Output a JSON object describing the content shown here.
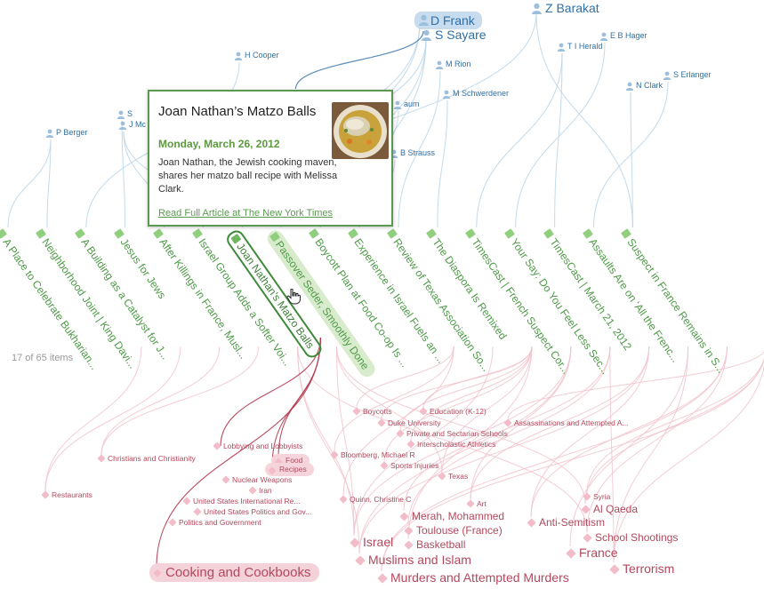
{
  "count_label": "17 of 65 items",
  "authors": [
    {
      "id": "d-frank",
      "label": "D Frank",
      "size": "big",
      "hl": true
    },
    {
      "id": "z-barakat",
      "label": "Z Barakat",
      "size": "big"
    },
    {
      "id": "s-sayare",
      "label": "S Sayare",
      "size": "big"
    },
    {
      "id": "e-b-hager",
      "label": "E B Hager"
    },
    {
      "id": "t-i-herald",
      "label": "T I Herald"
    },
    {
      "id": "h-cooper",
      "label": "H Cooper"
    },
    {
      "id": "m-rion",
      "label": "M Rion"
    },
    {
      "id": "s-erlanger",
      "label": "S Erlanger"
    },
    {
      "id": "n-clark",
      "label": "N Clark"
    },
    {
      "id": "m-schwerdener",
      "label": "M Schwerdener"
    },
    {
      "id": "p-berger",
      "label": "P Berger"
    },
    {
      "id": "b-strauss",
      "label": "B Strauss"
    },
    {
      "id": "s-partial",
      "label": "S"
    },
    {
      "id": "j-mc-partial",
      "label": "J Mc"
    },
    {
      "id": "baum-partial",
      "label": "aum"
    }
  ],
  "articles": [
    {
      "label": "A Place to Celebrate Bukharian..."
    },
    {
      "label": "Neighborhood Joint | King Davi..."
    },
    {
      "label": "A Building as a Catalyst for J..."
    },
    {
      "label": "Jesus for Jews"
    },
    {
      "label": "After Killings in France, Musl..."
    },
    {
      "label": "Israel Group Adds a Softer Voi..."
    },
    {
      "label": "Joan Nathan’s Matzo Balls",
      "state": "selected"
    },
    {
      "label": "Passover Seder, Smoothly Done",
      "state": "highlight"
    },
    {
      "label": "Boycott Plan at Food Co-op Is ..."
    },
    {
      "label": "Experience in Israel Fuels an ..."
    },
    {
      "label": "Review of Texas Association So..."
    },
    {
      "label": "The Diaspora Is Remixed"
    },
    {
      "label": "TimesCast | French Suspect Cor..."
    },
    {
      "label": "Your Say: Do You Feel Less Sec..."
    },
    {
      "label": "TimesCast | March 21, 2012"
    },
    {
      "label": "Assaults Are on ‘All the Frenc..."
    },
    {
      "label": "Suspect in France Remains in S..."
    }
  ],
  "tags": [
    {
      "id": "boycotts",
      "label": "Boycotts"
    },
    {
      "id": "education",
      "label": "Education (K-12)"
    },
    {
      "id": "duke",
      "label": "Duke University"
    },
    {
      "id": "private-schools",
      "label": "Private and Sectarian Schools"
    },
    {
      "id": "assassinations",
      "label": "Assassinations and Attempted A..."
    },
    {
      "id": "interscholastic",
      "label": "Interscholastic Athletics"
    },
    {
      "id": "lobbying",
      "label": "Lobbying and Lobbyists"
    },
    {
      "id": "bloomberg",
      "label": "Bloomberg, Michael R"
    },
    {
      "id": "food",
      "label": "Food",
      "hl": true
    },
    {
      "id": "christians",
      "label": "Christians and Christianity"
    },
    {
      "id": "sports-injuries",
      "label": "Sports Injuries"
    },
    {
      "id": "recipes",
      "label": "Recipes",
      "hl": true
    },
    {
      "id": "nuclear",
      "label": "Nuclear Weapons"
    },
    {
      "id": "texas",
      "label": "Texas"
    },
    {
      "id": "iran",
      "label": "Iran"
    },
    {
      "id": "restaurants",
      "label": "Restaurants"
    },
    {
      "id": "syria",
      "label": "Syria"
    },
    {
      "id": "intl-relations",
      "label": "United States International Re..."
    },
    {
      "id": "quinn",
      "label": "Quinn, Christine C"
    },
    {
      "id": "art",
      "label": "Art"
    },
    {
      "id": "al-qaeda",
      "label": "Al Qaeda",
      "size": "m"
    },
    {
      "id": "us-politics",
      "label": "United States Politics and Gov..."
    },
    {
      "id": "merah",
      "label": "Merah, Mohammed",
      "size": "m"
    },
    {
      "id": "politics-gov",
      "label": "Politics and Government"
    },
    {
      "id": "anti-semitism",
      "label": "Anti-Semitism",
      "size": "m"
    },
    {
      "id": "toulouse",
      "label": "Toulouse (France)",
      "size": "m"
    },
    {
      "id": "school-shootings",
      "label": "School Shootings",
      "size": "m"
    },
    {
      "id": "israel",
      "label": "Israel",
      "size": "l"
    },
    {
      "id": "basketball",
      "label": "Basketball",
      "size": "m"
    },
    {
      "id": "france",
      "label": "France",
      "size": "l"
    },
    {
      "id": "muslims",
      "label": "Muslims and Islam",
      "size": "l"
    },
    {
      "id": "terrorism",
      "label": "Terrorism",
      "size": "l"
    },
    {
      "id": "cooking",
      "label": "Cooking and Cookbooks",
      "size": "cook"
    },
    {
      "id": "murders",
      "label": "Murders and Attempted Murders",
      "size": "l"
    }
  ],
  "popup": {
    "title": "Joan Nathan’s Matzo Balls",
    "date": "Monday, March 26, 2012",
    "description": "Joan Nathan, the Jewish cooking maven, shares her matzo ball recipe with Melissa Clark.",
    "link": "Read Full Article at The New York Times"
  },
  "colors": {
    "author": "#2f6fa6",
    "author_line": "#bcd6ea",
    "article": "#4e9a47",
    "tag": "#b3485d",
    "tag_line": "#f1c3cd",
    "selected_line": "#b23a4e"
  }
}
